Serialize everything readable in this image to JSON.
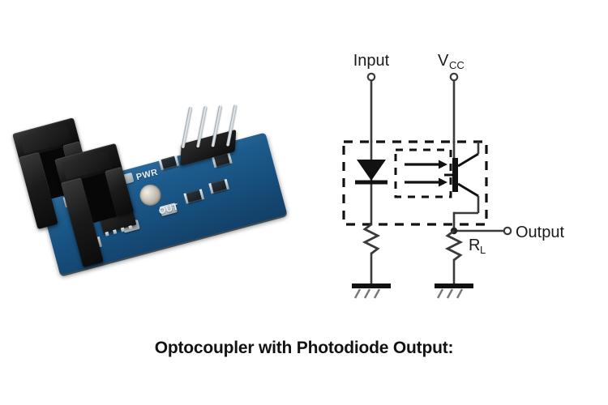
{
  "page": {
    "background_color": "#ffffff",
    "caption": "Optocoupler with Photodiode Output:"
  },
  "photo": {
    "alt_name": "slotted-optocoupler-sensor-module-photo",
    "board_color": "#1d5b8c",
    "component_color": "#111111",
    "silkscreen": {
      "power_label": "PWR",
      "output_label": "OUT"
    },
    "pin_header": {
      "pin_count": 4
    }
  },
  "schematic": {
    "line_color": "#3a3a3a",
    "symbol_color": "#111111",
    "labels": {
      "input": "Input",
      "vcc_main": "V",
      "vcc_sub": "CC",
      "output": "Output",
      "load_resistor_main": "R",
      "load_resistor_sub": "L"
    },
    "components": [
      {
        "name": "input-terminal",
        "type": "terminal"
      },
      {
        "name": "vcc-terminal",
        "type": "terminal"
      },
      {
        "name": "output-terminal",
        "type": "terminal"
      },
      {
        "name": "led",
        "type": "light-emitting-diode"
      },
      {
        "name": "light-arrows",
        "type": "optical-coupling",
        "arrow_count": 2
      },
      {
        "name": "phototransistor",
        "type": "npn-phototransistor"
      },
      {
        "name": "input-resistor",
        "type": "resistor"
      },
      {
        "name": "load-resistor",
        "type": "resistor"
      },
      {
        "name": "ground-left",
        "type": "ground"
      },
      {
        "name": "ground-right",
        "type": "ground"
      },
      {
        "name": "optocoupler-boundary",
        "type": "dashed-enclosure"
      }
    ]
  }
}
